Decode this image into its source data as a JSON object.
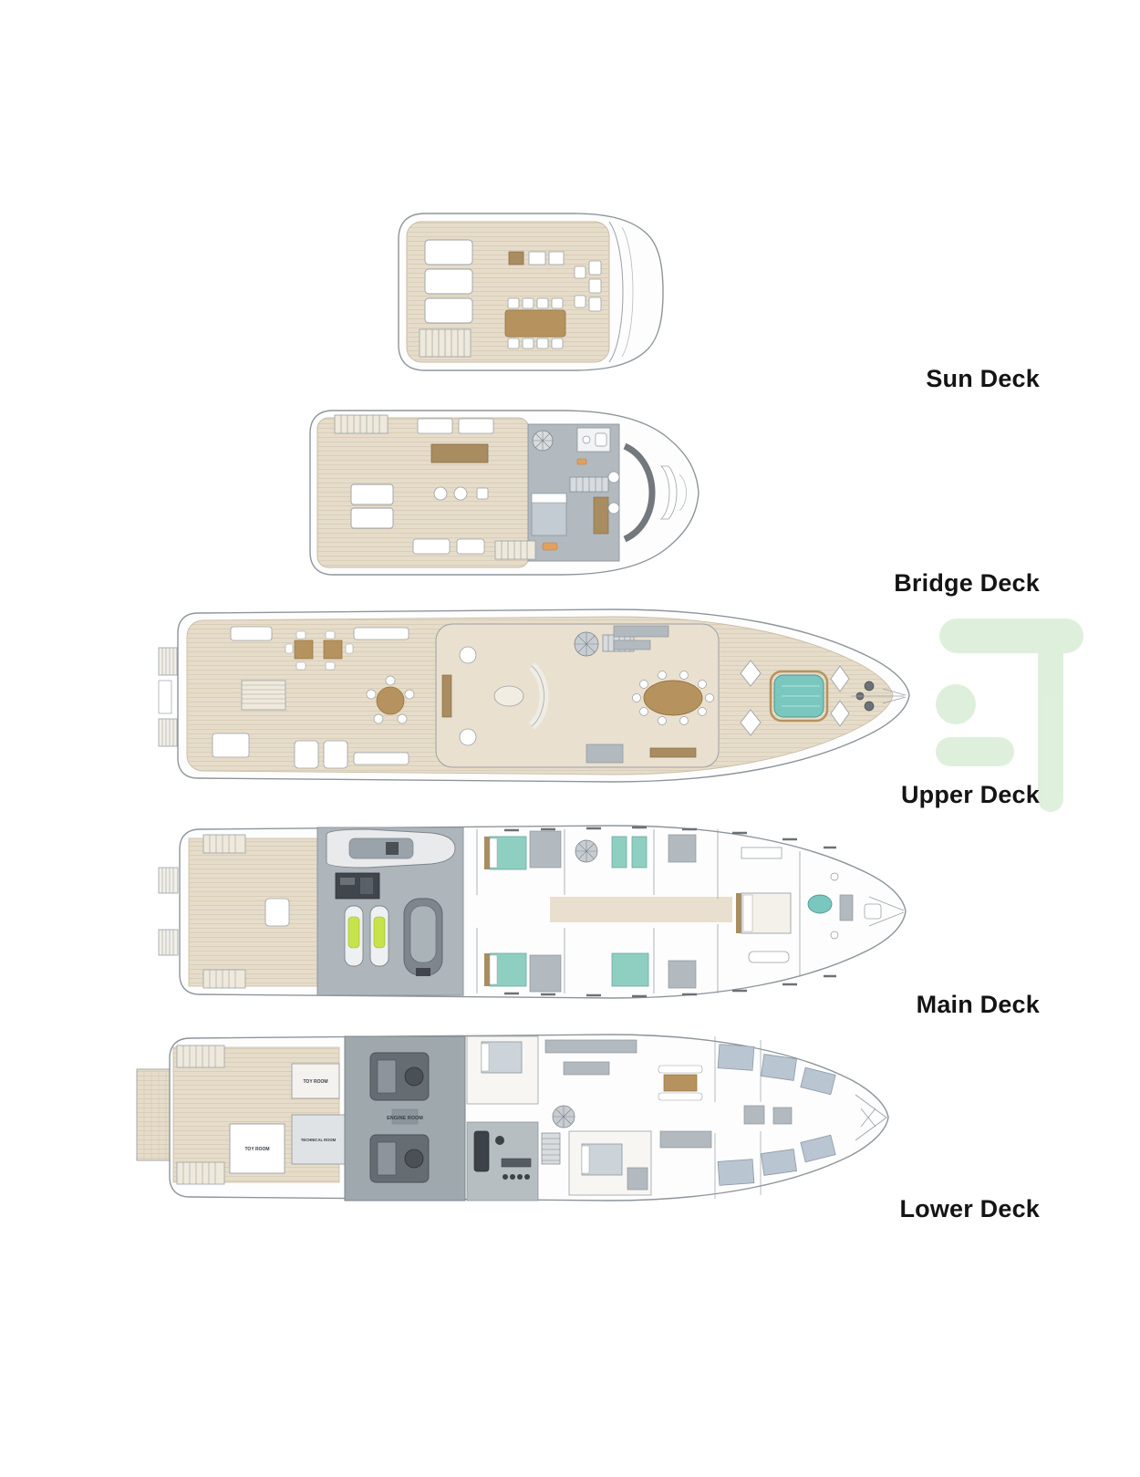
{
  "decks": [
    {
      "label": "Sun Deck"
    },
    {
      "label": "Bridge Deck"
    },
    {
      "label": "Upper Deck"
    },
    {
      "label": "Main Deck"
    },
    {
      "label": "Lower Deck"
    }
  ],
  "rooms": {
    "toy_room_fwd": "TOY ROOM",
    "toy_room_aft": "TOY ROOM",
    "engine_room": "ENGINE ROOM",
    "technical_room": "TECHNICAL ROOM"
  },
  "colors": {
    "background": "#ffffff",
    "deck_wood": "#e6dcca",
    "wood_plank_line": "#d6cab3",
    "wood_furniture": "#b6935e",
    "interior_gray": "#aeb6bb",
    "engine_room_gray": "#9fa8ad",
    "equipment_dark": "#4a5055",
    "bed_teal": "#8fcfc1",
    "pool_teal": "#79c7bf",
    "bed_blue_gray": "#b9c6d2",
    "accent_green": "#c6e24c",
    "accent_orange": "#e2a05c",
    "hull_line": "#8d959b",
    "label_text": "#141414",
    "watermark_green": "#d9eed6"
  }
}
